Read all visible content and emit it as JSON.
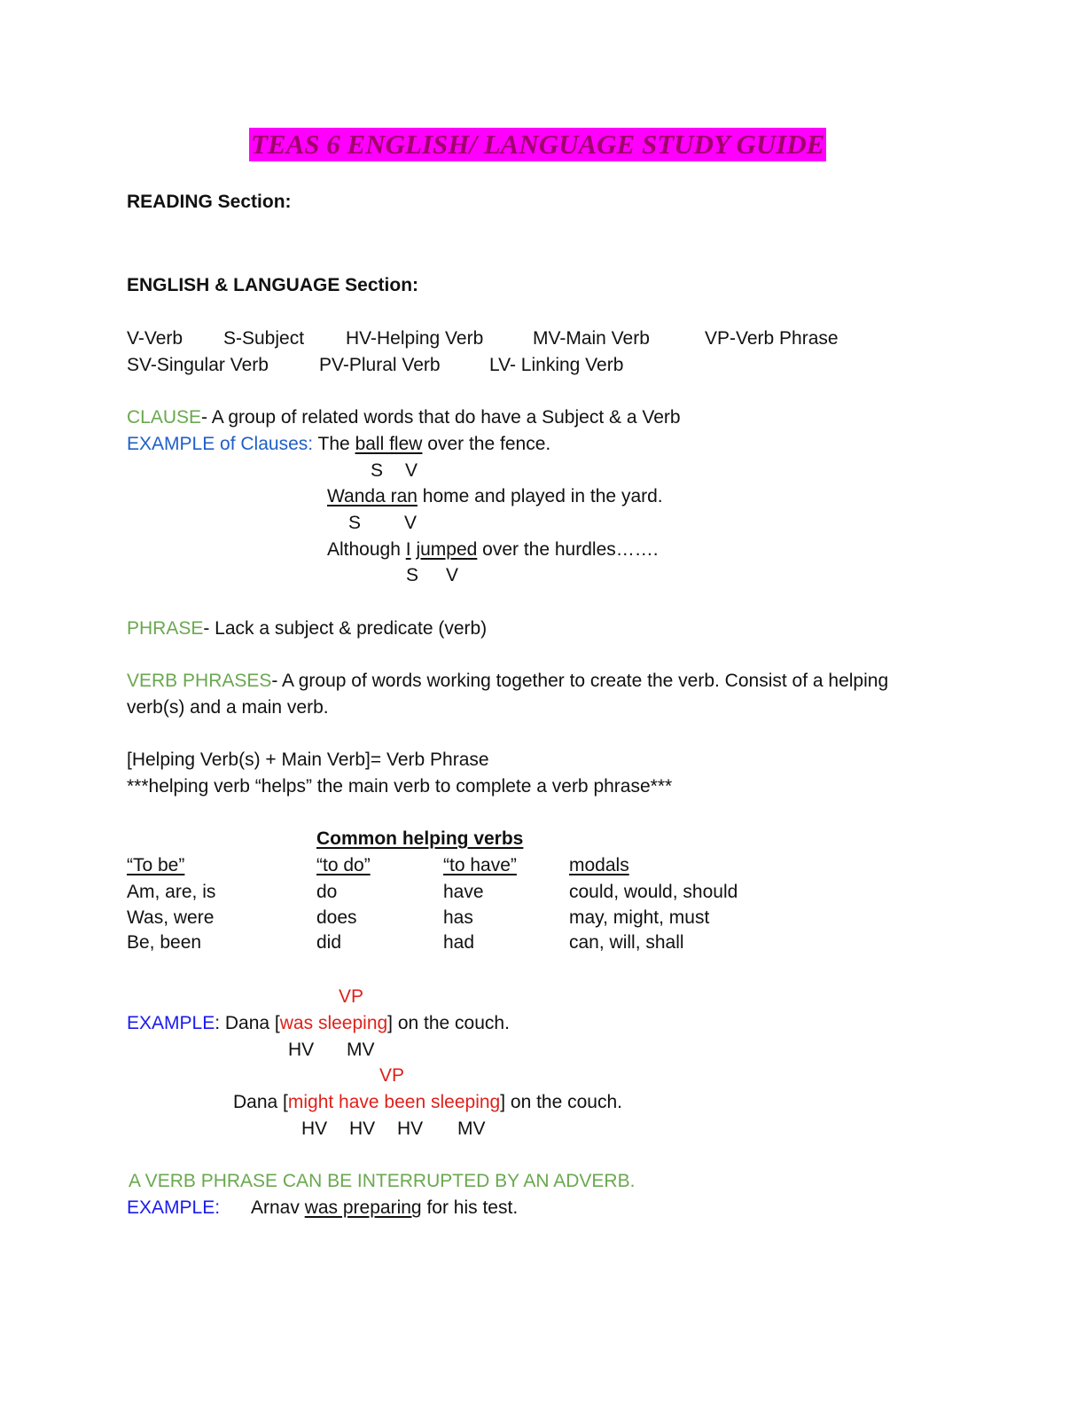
{
  "title": "TEAS 6 ENGLISH/ LANGUAGE STUDY GUIDE",
  "reading_heading": "READING Section:",
  "english_heading": "ENGLISH & LANGUAGE Section:",
  "abbrev_row1": [
    "V-Verb",
    "S-Subject",
    "HV-Helping Verb",
    "MV-Main Verb",
    "VP-Verb Phrase"
  ],
  "abbrev_row2": [
    "SV-Singular Verb",
    "PV-Plural Verb",
    "LV- Linking Verb"
  ],
  "clause": {
    "term": "CLAUSE",
    "definition": "- A group of related words that do have a Subject & a Verb",
    "example_label": "EXAMPLE of Clauses:",
    "ex1": {
      "pre": " The ",
      "u": "ball flew",
      "post": " over the fence.",
      "marks": [
        "S",
        "V"
      ]
    },
    "ex2": {
      "u": "Wanda ran",
      "post": " home and played in the yard.",
      "marks": [
        "S",
        "V"
      ]
    },
    "ex3": {
      "pre": "Although ",
      "u1": "I",
      "mid": " ",
      "u2": "jumped",
      "post": " over the hurdles…….",
      "marks": [
        "S",
        "V"
      ]
    }
  },
  "phrase": {
    "term": "PHRASE",
    "definition": "- Lack a subject & predicate (verb)"
  },
  "verb_phrases": {
    "term": "VERB PHRASES",
    "definition_line1": "- A group of words working together to create the verb. Consist of a helping",
    "definition_line2": "verb(s) and a main verb."
  },
  "formula": "[Helping Verb(s) + Main Verb]= Verb Phrase",
  "note": "***helping verb “helps” the main verb to complete a verb phrase***",
  "table": {
    "title": "Common helping verbs",
    "headers": [
      "“To be”",
      "“to do”",
      "“to have”",
      "modals"
    ],
    "rows": [
      [
        "Am, are, is",
        "do",
        "have",
        "could, would, should"
      ],
      [
        "Was, were",
        "does",
        "has",
        "may, might, must"
      ],
      [
        "Be, been",
        "did",
        "had",
        "can, will, shall"
      ]
    ]
  },
  "example1": {
    "vp_label": "VP",
    "label": "EXAMPLE",
    "pre": ": Dana [",
    "vp": "was sleeping",
    "post": "] on the couch.",
    "marks": [
      "HV",
      "MV"
    ]
  },
  "example2": {
    "vp_label": "VP",
    "pre": "Dana [",
    "vp": "might have been sleeping",
    "post": "] on the couch.",
    "marks": [
      "HV",
      "HV",
      "HV",
      "MV"
    ]
  },
  "adverb_note": "A VERB PHRASE CAN BE INTERRUPTED BY AN ADVERB.",
  "example3": {
    "label": "EXAMPLE:",
    "pre": "Arnav ",
    "u": "was preparing",
    "post": " for his test."
  }
}
